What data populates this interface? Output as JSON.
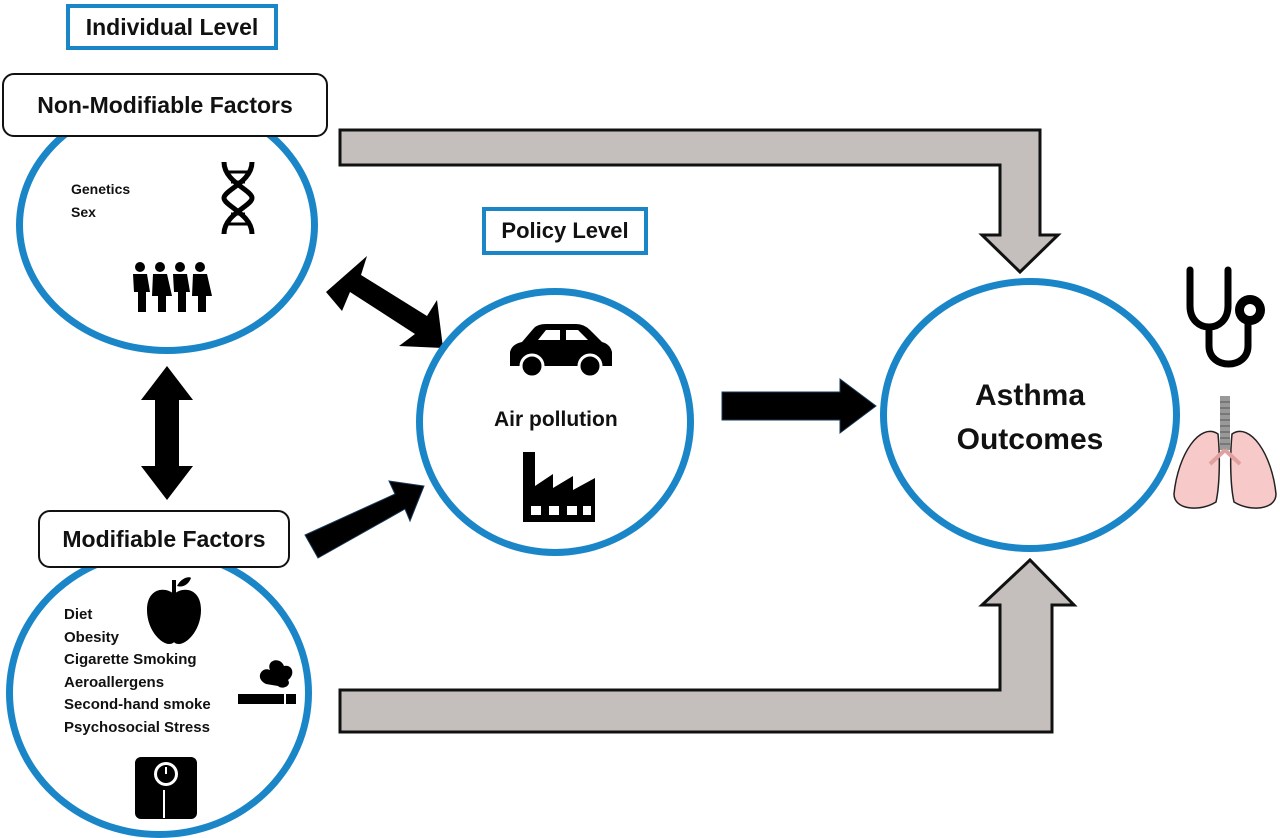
{
  "levels": {
    "individual": "Individual Level",
    "policy": "Policy Level"
  },
  "non_modifiable": {
    "title": "Non-Modifiable Factors",
    "items": [
      "Genetics",
      "Sex"
    ]
  },
  "modifiable": {
    "title": "Modifiable Factors",
    "items": [
      "Diet",
      "Obesity",
      "Cigarette Smoking",
      "Aeroallergens",
      "Second-hand smoke",
      "Psychosocial Stress"
    ]
  },
  "policy": {
    "label": "Air pollution"
  },
  "outcome": {
    "line1": "Asthma",
    "line2": "Outcomes"
  },
  "colors": {
    "circle_border": "#1a86c8",
    "arrow_gray": "#c4bfbd",
    "arrow_black": "#000000",
    "lung_fill": "#f7c9c9"
  },
  "icons": [
    "dna-icon",
    "people-icon",
    "car-icon",
    "factory-icon",
    "apple-icon",
    "cigarette-icon",
    "scale-icon",
    "stethoscope-icon",
    "lungs-icon"
  ]
}
